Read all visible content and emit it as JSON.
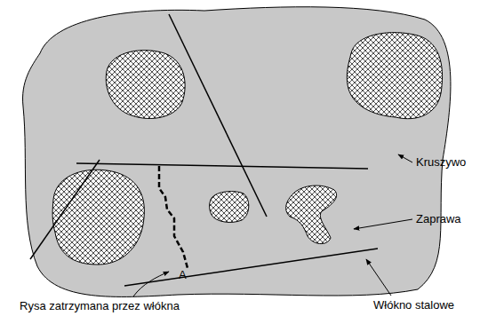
{
  "diagram": {
    "labels": [
      "Kruszywo",
      "Zaprawa",
      "Włókno stalowe",
      "Rysa zatrzymana przez włókna",
      "A"
    ]
  }
}
